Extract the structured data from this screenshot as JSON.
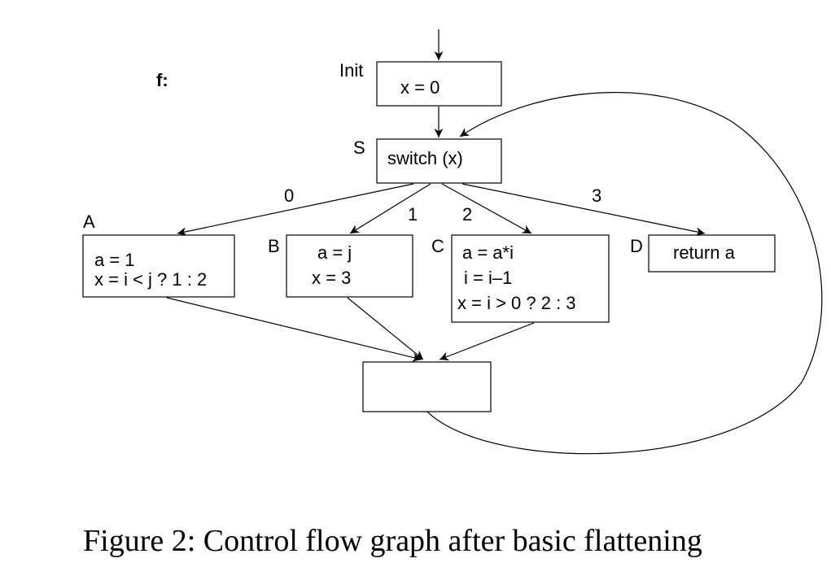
{
  "function_label": "f:",
  "nodes": {
    "init": {
      "label": "Init",
      "lines": [
        "x = 0"
      ]
    },
    "switch": {
      "label": "S",
      "lines": [
        "switch (x)"
      ]
    },
    "a": {
      "label": "A",
      "lines": [
        "a = 1",
        "x = i < j ? 1 : 2"
      ]
    },
    "b": {
      "label": "B",
      "lines": [
        "a = j",
        "x = 3"
      ]
    },
    "c": {
      "label": "C",
      "lines": [
        "a = a*i",
        "i = i–1",
        "x = i > 0 ? 2 : 3"
      ]
    },
    "d": {
      "label": "D",
      "lines": [
        "return a"
      ]
    },
    "merge": {
      "label": "",
      "lines": []
    }
  },
  "edges": [
    {
      "from": "entry",
      "to": "init"
    },
    {
      "from": "init",
      "to": "switch"
    },
    {
      "from": "switch",
      "to": "a",
      "label": "0"
    },
    {
      "from": "switch",
      "to": "b",
      "label": "1"
    },
    {
      "from": "switch",
      "to": "c",
      "label": "2"
    },
    {
      "from": "switch",
      "to": "d",
      "label": "3"
    },
    {
      "from": "a",
      "to": "merge"
    },
    {
      "from": "b",
      "to": "merge"
    },
    {
      "from": "c",
      "to": "merge"
    },
    {
      "from": "merge",
      "to": "switch"
    }
  ],
  "caption": "Figure 2: Control flow graph after basic flattening"
}
